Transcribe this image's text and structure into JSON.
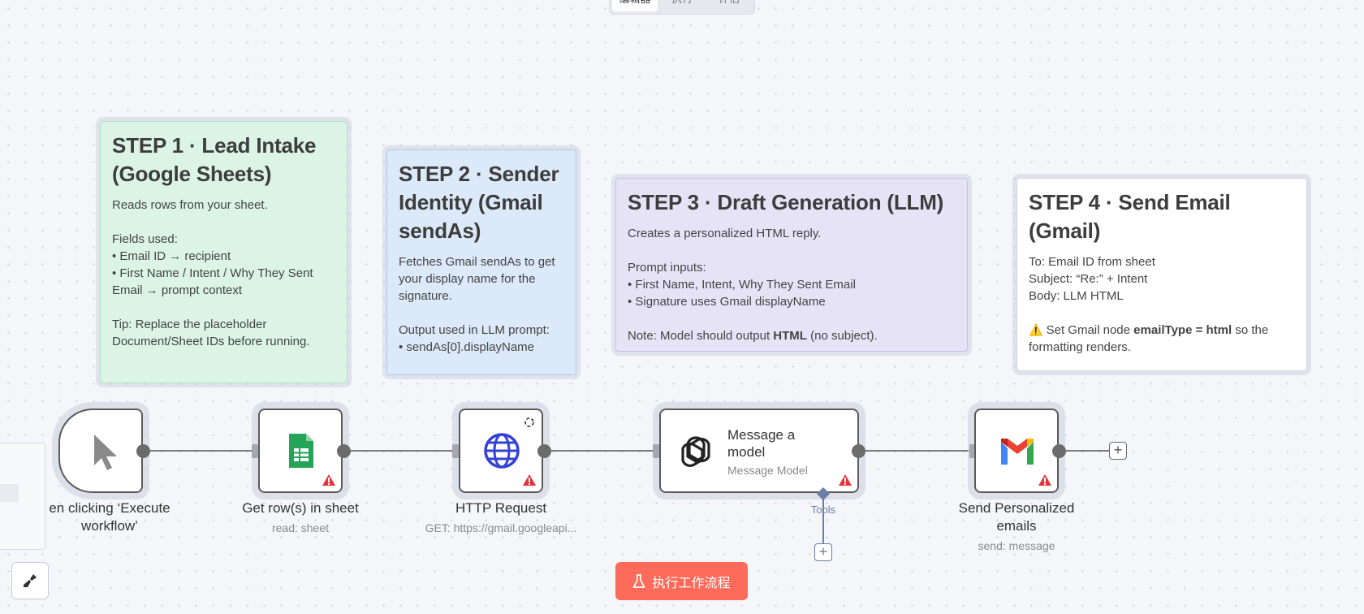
{
  "top_tabs": [
    "编辑器",
    "执行",
    "评估"
  ],
  "notes": [
    {
      "title": "STEP 1 · Lead Intake (Google Sheets)",
      "body": "Reads rows from your sheet.\n\nFields used:\n• Email ID → recipient\n• First Name / Intent / Why They Sent Email → prompt context\n\nTip: Replace the placeholder Document/Sheet IDs before running."
    },
    {
      "title": "STEP 2 · Sender Identity (Gmail sendAs)",
      "body": "Fetches Gmail sendAs to get your display name for the signature.\n\nOutput used in LLM prompt:\n• sendAs[0].displayName"
    },
    {
      "title": "STEP 3 · Draft Generation (LLM)",
      "body_line1": "Creates a personalized HTML reply.\n\nPrompt inputs:\n• First Name, Intent, Why They Sent Email\n• Signature uses Gmail displayName\n\n",
      "note_prefix": "Note: Model should output ",
      "note_bold": "HTML",
      "note_suffix": " (no subject)."
    },
    {
      "title": "STEP 4 · Send Email (Gmail)",
      "body": "To: Email ID from sheet\nSubject: “Re:” + Intent\nBody: LLM HTML\n\n",
      "warn_prefix": " Set Gmail node ",
      "warn_bold": "emailType = html",
      "warn_suffix": " so the formatting renders."
    }
  ],
  "nodes": {
    "trigger": {
      "label": "en clicking ‘Execute workflow’"
    },
    "sheets": {
      "label": "Get row(s) in sheet",
      "sub": "read: sheet"
    },
    "http": {
      "label": "HTTP Request",
      "sub": "GET: https://gmail.googleapi..."
    },
    "llm": {
      "title": "Message a model",
      "sub": "Message Model",
      "tools_label": "Tools"
    },
    "gmail": {
      "label": "Send Personalized emails",
      "sub": "send: message"
    }
  },
  "execute_button": {
    "label": "执行工作流程"
  },
  "colors": {
    "execute": "#fe6b5a",
    "alert": "#e5333b",
    "sheets_green": "#23a456",
    "globe_blue": "#3542d6"
  }
}
